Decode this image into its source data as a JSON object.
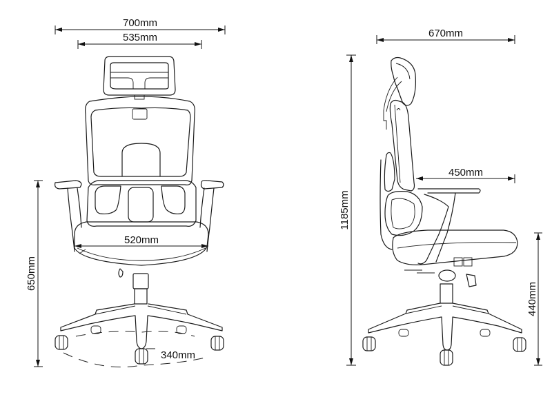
{
  "diagram": {
    "subject": "ergonomic office chair",
    "views": [
      {
        "name": "front-view",
        "dimensions": {
          "overall_width": "700mm",
          "headrest_width": "535mm",
          "seat_width": "520mm",
          "armrest_height": "650mm",
          "base_radius": "340mm"
        }
      },
      {
        "name": "side-view",
        "dimensions": {
          "overall_depth": "670mm",
          "seat_depth": "450mm",
          "overall_height": "1185mm",
          "seat_height": "440mm"
        }
      }
    ],
    "line_color": "#1a1a1a",
    "background": "#ffffff"
  }
}
